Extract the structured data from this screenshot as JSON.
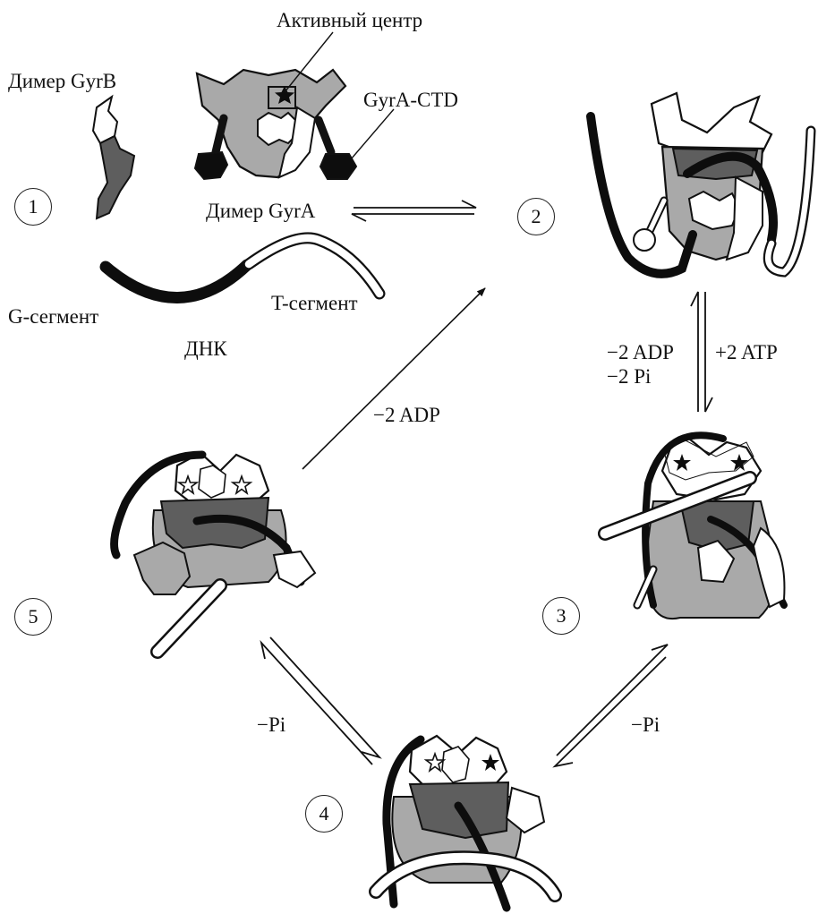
{
  "labels": {
    "active_center": "Активный центр",
    "gyrb_dimer": "Димер GyrB",
    "gyra_ctd": "GyrA-CTD",
    "gyra_dimer": "Димер GyrA",
    "g_segment": "G-сегмент",
    "dna": "ДНК",
    "t_segment": "T-сегмент"
  },
  "transitions": {
    "t23_left_line1": "−2 ADP",
    "t23_left_line2": "−2 Pi",
    "t23_right": "+2 ATP",
    "t52": "−2 ADP",
    "t54": "−Pi",
    "t43": "−Pi"
  },
  "steps": [
    "1",
    "2",
    "3",
    "4",
    "5"
  ],
  "colors": {
    "light_gray": "#a9a9a9",
    "dark_gray": "#5e5e5e",
    "black": "#0d0d0d",
    "outline": "#111111"
  }
}
